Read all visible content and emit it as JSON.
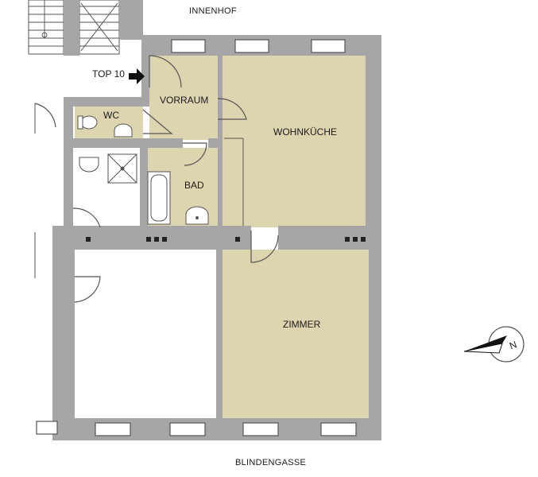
{
  "labels": {
    "courtyard": "INNENHOF",
    "street": "BLINDENGASSE",
    "unit": "TOP 10",
    "rooms": {
      "vorraum": "VORRAUM",
      "wc": "WC",
      "bad": "BAD",
      "wohnkueche": "WOHNKÜCHE",
      "zimmer": "ZIMMER"
    },
    "compass": "N"
  },
  "colors": {
    "wall": "#a6a6a6",
    "room_fill": "#ddd4b0",
    "line": "#555555"
  },
  "icons": {
    "entrance": "arrow-right-icon",
    "compass": "north-arrow-icon",
    "stairs": "staircase-icon"
  }
}
